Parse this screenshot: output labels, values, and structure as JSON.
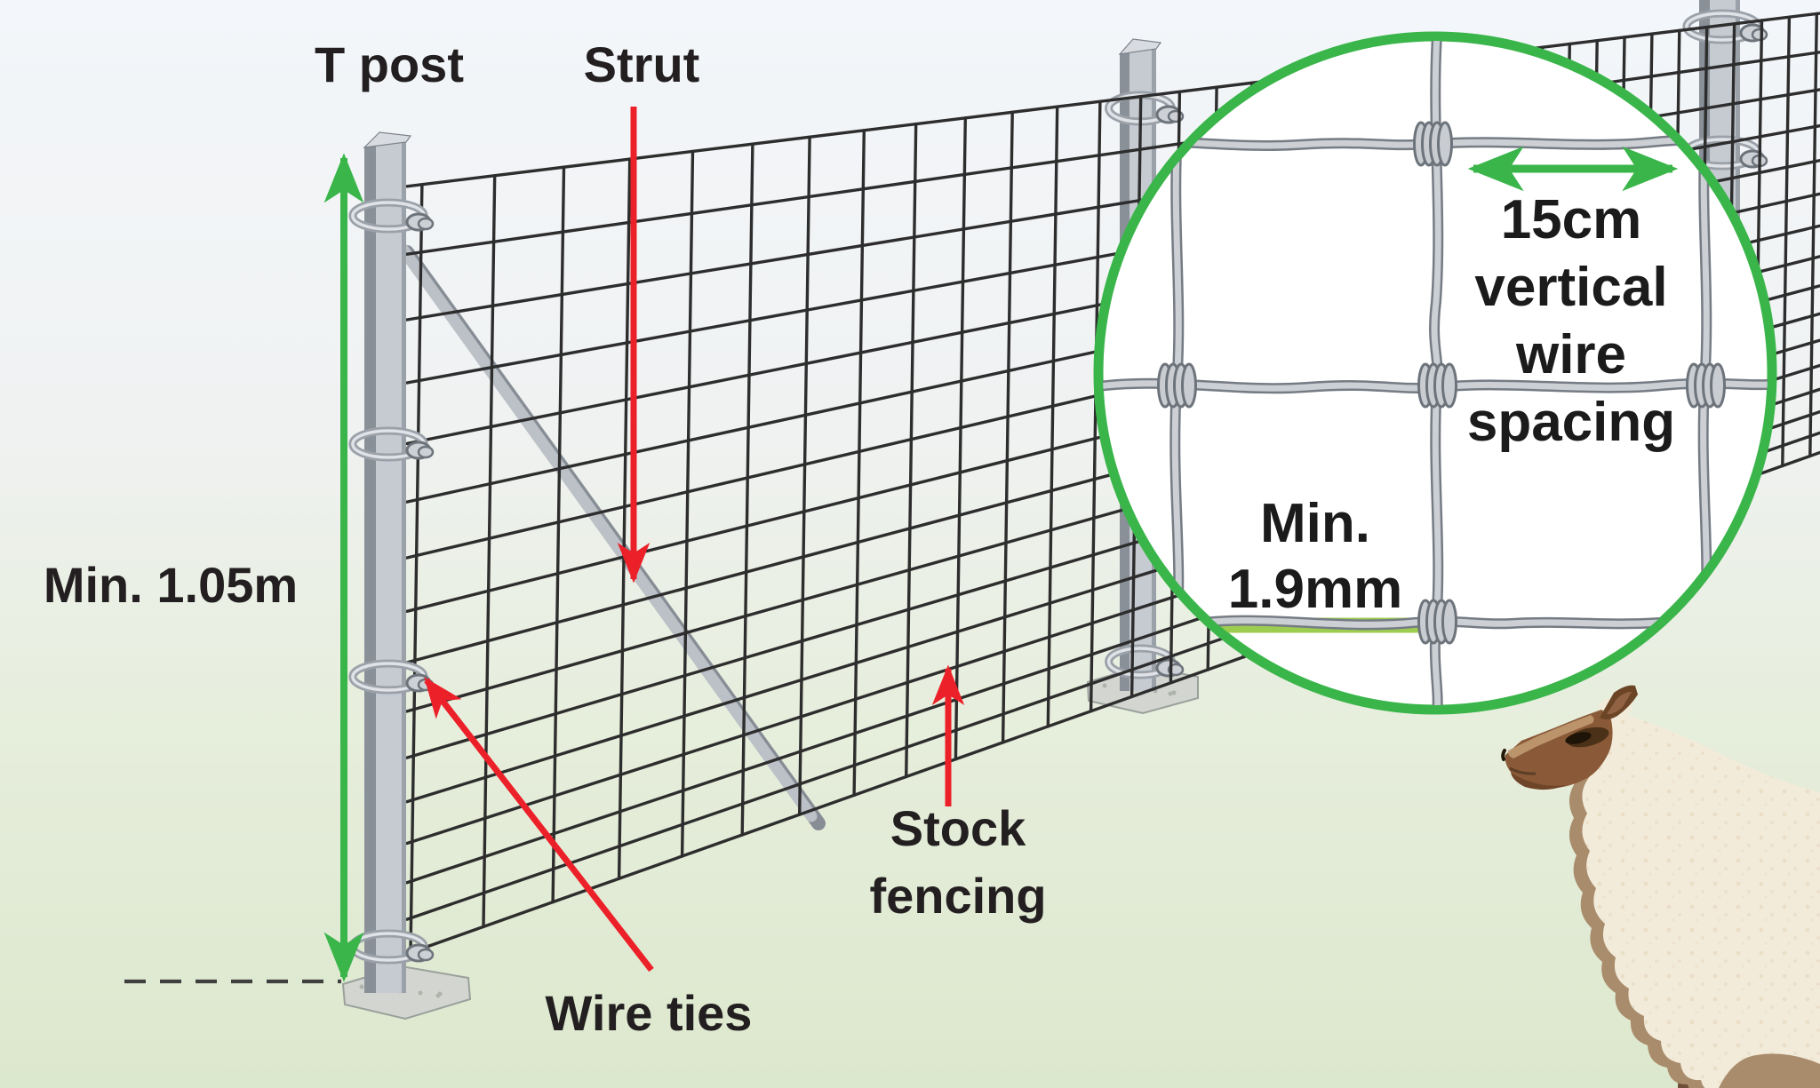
{
  "diagram": {
    "labels": {
      "t_post": "T post",
      "strut": "Strut",
      "min_height": "Min. 1.05m",
      "wire_ties": "Wire ties",
      "stock_fencing_line1": "Stock",
      "stock_fencing_line2": "fencing"
    },
    "inset": {
      "spacing_lines": [
        "15cm",
        "vertical",
        "wire",
        "spacing"
      ],
      "gauge_lines": [
        "Min.",
        "1.9mm"
      ]
    },
    "colors": {
      "highlight_green": "#3ab54a",
      "pointer_red": "#ec2028",
      "wire_dark": "#2d2d2d",
      "label_text": "#231f20",
      "sky_top": "#f3f6fa",
      "grass_bottom": "#dce8cd",
      "wool_cream": "#f3ebda",
      "sheep_brown": "#8a5a38"
    },
    "icons": {
      "measurement_arrow": "green-double-headed-arrow",
      "pointer_arrows": "red-arrow",
      "detail_inset": "magnified-circle"
    }
  }
}
